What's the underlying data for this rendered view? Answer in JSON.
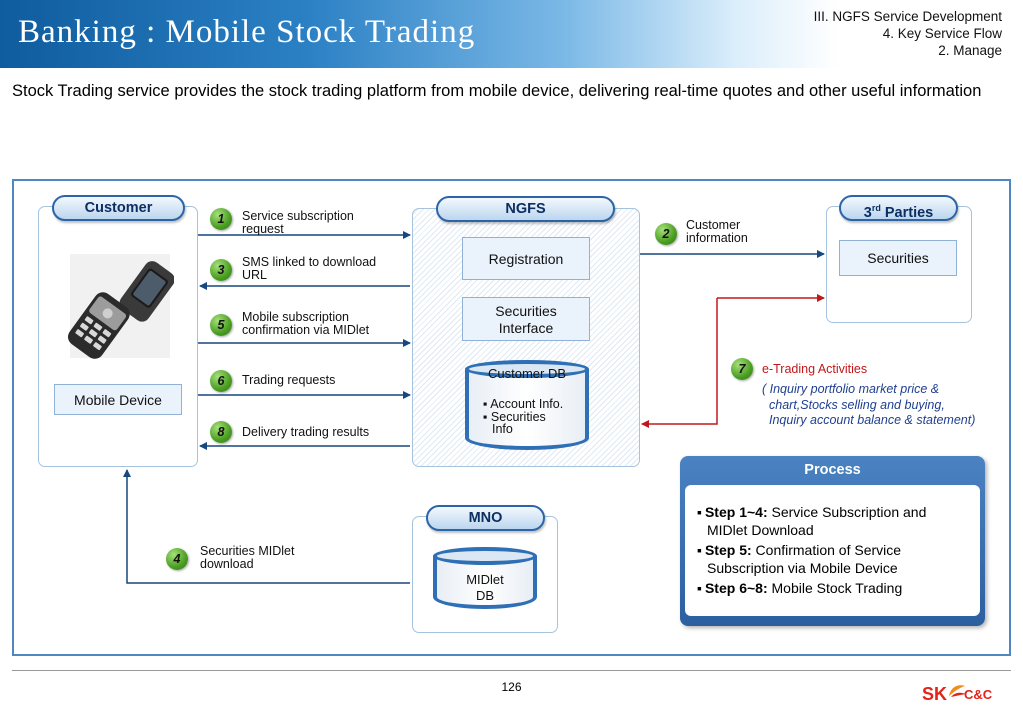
{
  "header": {
    "title": "Banking : Mobile Stock Trading",
    "crumbs": [
      "III. NGFS Service Development",
      "4. Key Service Flow",
      "2. Manage"
    ]
  },
  "intro": "Stock Trading service provides the stock trading platform from mobile device, delivering real-time quotes and other useful information",
  "customer": {
    "pill": "Customer",
    "device_box": "Mobile Device"
  },
  "ngfs": {
    "pill": "NGFS",
    "registration": "Registration",
    "securities_interface": [
      "Securities",
      "Interface"
    ],
    "customer_db": {
      "title": "Customer DB",
      "items": [
        "Account Info.",
        "Securities",
        "Info"
      ]
    }
  },
  "third_parties": {
    "pill_main": "3",
    "pill_sup": "rd",
    "pill_rest": " Parties",
    "securities": "Securities"
  },
  "mno": {
    "pill": "MNO",
    "db": [
      "MIDlet",
      "DB"
    ]
  },
  "steps": {
    "s1": {
      "num": "1",
      "text": [
        "Service subscription",
        "request"
      ]
    },
    "s2": {
      "num": "2",
      "text": [
        "Customer",
        "information"
      ]
    },
    "s3": {
      "num": "3",
      "text": [
        "SMS linked to download",
        "URL"
      ]
    },
    "s4": {
      "num": "4",
      "text": [
        "Securities MIDlet",
        "download"
      ]
    },
    "s5": {
      "num": "5",
      "text": [
        "Mobile subscription",
        "confirmation via MIDlet"
      ]
    },
    "s6": {
      "num": "6",
      "text": [
        "Trading requests"
      ]
    },
    "s7": {
      "num": "7",
      "title": "e-Trading Activities",
      "detail": [
        "( Inquiry portfolio market price &",
        "chart,Stocks selling and buying,",
        "Inquiry account balance & statement)"
      ]
    },
    "s8": {
      "num": "8",
      "text": [
        "Delivery trading results"
      ]
    }
  },
  "process": {
    "title": "Process",
    "items": [
      {
        "bold": "Step 1~4:",
        "text": " Service Subscription and MIDlet Download"
      },
      {
        "bold": "Step 5:",
        "text": " Confirmation of Service Subscription via Mobile Device"
      },
      {
        "bold": "Step 6~8:",
        "text": " Mobile Stock Trading"
      }
    ]
  },
  "footer": {
    "page": "126",
    "logo_sk": "SK",
    "logo_cc": "C&C"
  },
  "colors": {
    "header_blue": "#0f5c9e",
    "arrow_blue": "#17477f",
    "arrow_red": "#c0191c",
    "step_green": "#4a9e22",
    "process_blue": "#2c5f9f"
  }
}
